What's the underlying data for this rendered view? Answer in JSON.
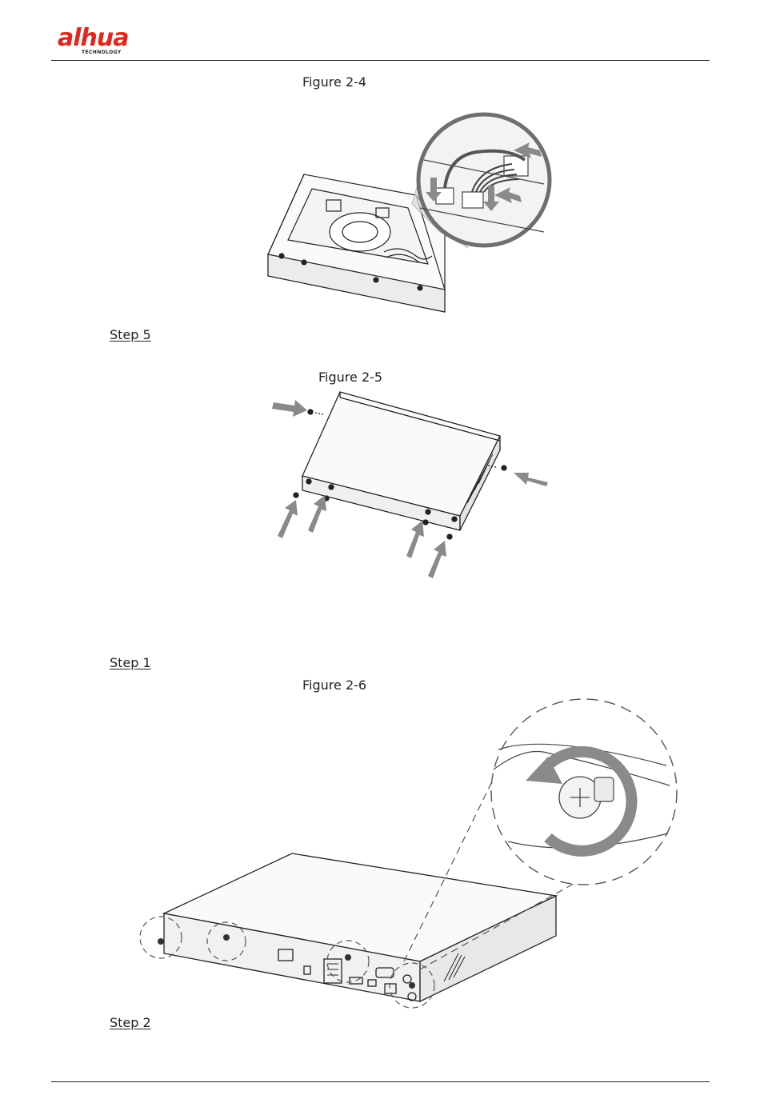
{
  "header": {
    "brand": "alhua",
    "brand_sub": "TECHNOLOGY",
    "brand_color": "#e1261c"
  },
  "figures": [
    {
      "caption": "Figure 2-4"
    },
    {
      "caption": "Figure 2-5"
    },
    {
      "caption": "Figure 2-6"
    }
  ],
  "steps": [
    {
      "label": "Step 5"
    },
    {
      "label": "Step 1"
    },
    {
      "label": "Step 2"
    }
  ],
  "colors": {
    "ink": "#222222",
    "arrow": "#8a8a8a",
    "panel": "#f3f3f3"
  }
}
